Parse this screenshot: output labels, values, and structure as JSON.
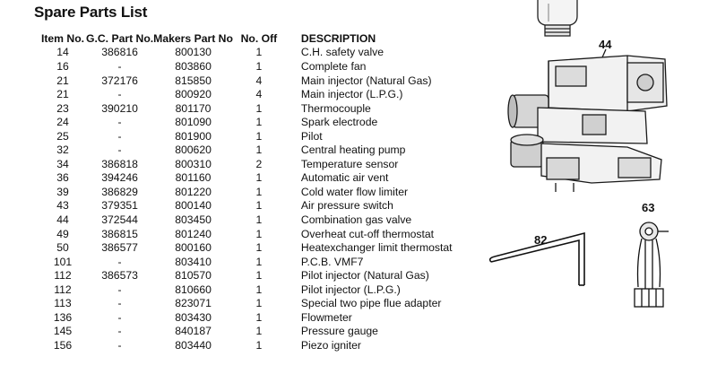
{
  "title": "Spare Parts List",
  "headers": {
    "item_no": "Item No.",
    "gc_part_no": "G.C. Part No.",
    "makers_part_no": "Makers Part No",
    "no_off": "No. Off",
    "description": "DESCRIPTION"
  },
  "rows": [
    {
      "item": "14",
      "gc": "386816",
      "maker": "800130",
      "qty": "1",
      "desc": "C.H. safety valve"
    },
    {
      "item": "16",
      "gc": "-",
      "maker": "803860",
      "qty": "1",
      "desc": "Complete fan"
    },
    {
      "item": "21",
      "gc": "372176",
      "maker": "815850",
      "qty": "4",
      "desc": "Main injector (Natural Gas)"
    },
    {
      "item": "21",
      "gc": "-",
      "maker": "800920",
      "qty": "4",
      "desc": "Main injector (L.P.G.)"
    },
    {
      "item": "23",
      "gc": "390210",
      "maker": "801170",
      "qty": "1",
      "desc": "Thermocouple"
    },
    {
      "item": "24",
      "gc": "-",
      "maker": "801090",
      "qty": "1",
      "desc": "Spark electrode"
    },
    {
      "item": "25",
      "gc": "-",
      "maker": "801900",
      "qty": "1",
      "desc": "Pilot"
    },
    {
      "item": "32",
      "gc": "-",
      "maker": "800620",
      "qty": "1",
      "desc": "Central heating pump"
    },
    {
      "item": "34",
      "gc": "386818",
      "maker": "800310",
      "qty": "2",
      "desc": "Temperature sensor"
    },
    {
      "item": "36",
      "gc": "394246",
      "maker": "801160",
      "qty": "1",
      "desc": "Automatic air vent"
    },
    {
      "item": "39",
      "gc": "386829",
      "maker": "801220",
      "qty": "1",
      "desc": "Cold water flow limiter"
    },
    {
      "item": "43",
      "gc": "379351",
      "maker": "800140",
      "qty": "1",
      "desc": "Air pressure switch"
    },
    {
      "item": "44",
      "gc": "372544",
      "maker": "803450",
      "qty": "1",
      "desc": "Combination gas valve"
    },
    {
      "item": "49",
      "gc": "386815",
      "maker": "801240",
      "qty": "1",
      "desc": "Overheat cut-off thermostat"
    },
    {
      "item": "50",
      "gc": "386577",
      "maker": "800160",
      "qty": "1",
      "desc": "Heatexchanger limit thermostat"
    },
    {
      "item": "101",
      "gc": "-",
      "maker": "803410",
      "qty": "1",
      "desc": "P.C.B. VMF7"
    },
    {
      "item": "112",
      "gc": "386573",
      "maker": "810570",
      "qty": "1",
      "desc": "Pilot injector (Natural Gas)"
    },
    {
      "item": "112",
      "gc": "-",
      "maker": "810660",
      "qty": "1",
      "desc": "Pilot injector (L.P.G.)"
    },
    {
      "item": "113",
      "gc": "-",
      "maker": "823071",
      "qty": "1",
      "desc": "Special two pipe flue adapter"
    },
    {
      "item": "136",
      "gc": "-",
      "maker": "803430",
      "qty": "1",
      "desc": "Flowmeter"
    },
    {
      "item": "145",
      "gc": "-",
      "maker": "840187",
      "qty": "1",
      "desc": "Pressure gauge"
    },
    {
      "item": "156",
      "gc": "-",
      "maker": "803440",
      "qty": "1",
      "desc": "Piezo igniter"
    }
  ],
  "callouts": {
    "gas_valve": "44",
    "hex_key": "82",
    "sensor": "63"
  }
}
